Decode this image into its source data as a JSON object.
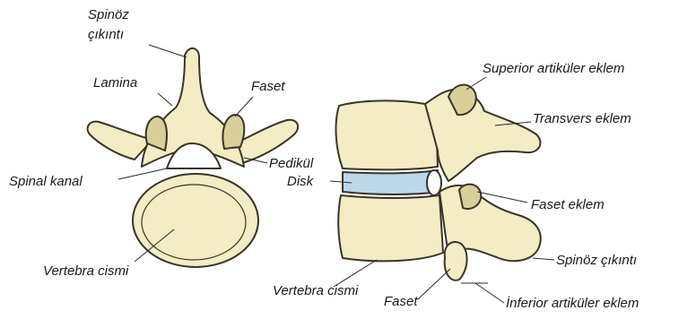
{
  "labels": {
    "spinoz_cikinti_top_line1": "Spinöz",
    "spinoz_cikinti_top_line2": "çıkıntı",
    "lamina": "Lamina",
    "faset_top": "Faset",
    "pedikul": "Pedikül",
    "disk": "Disk",
    "spinal_kanal": "Spinal kanal",
    "vertebra_cismi_left": "Vertebra cismi",
    "superior_artikuler_eklem": "Superior artiküler eklem",
    "transvers_eklem": "Transvers eklem",
    "faset_eklem": "Faset eklem",
    "spinoz_cikinti_right": "Spinöz çıkıntı",
    "vertebra_cismi_right": "Vertebra cismi",
    "faset_bottom": "Faset",
    "inferior_artikuler_eklem": "İnferior artiküler eklem"
  },
  "colors": {
    "bone_fill": "#f3ecc4",
    "bone_shade": "#d9cf9a",
    "outline": "#3a3428",
    "disk_fill": "#bcd7ea",
    "canal_fill": "#ffffff"
  }
}
